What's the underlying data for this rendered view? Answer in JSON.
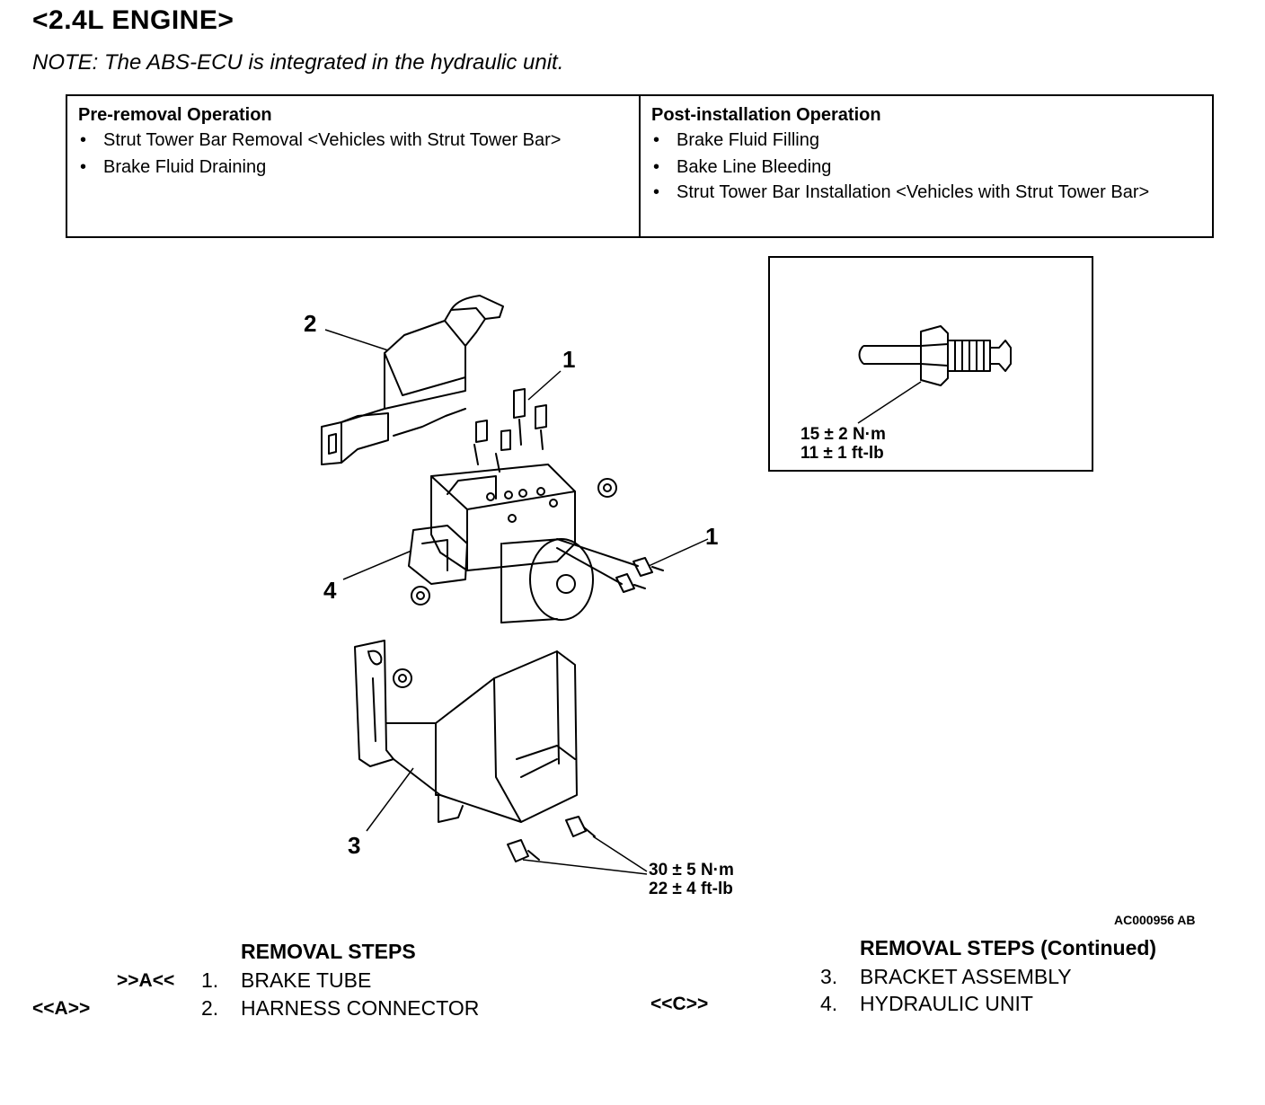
{
  "header": {
    "title": "<2.4L ENGINE>",
    "note": "NOTE: The ABS-ECU is integrated in the hydraulic unit."
  },
  "operations": {
    "pre": {
      "heading": "Pre-removal Operation",
      "items": [
        "Strut Tower Bar Removal <Vehicles with Strut Tower Bar>",
        "Brake Fluid Draining"
      ]
    },
    "post": {
      "heading": "Post-installation Operation",
      "items": [
        "Brake Fluid Filling",
        "Bake Line Bleeding",
        "Strut Tower Bar Installation <Vehicles with Strut Tower Bar>"
      ]
    },
    "bullet": "•"
  },
  "figure": {
    "callouts": [
      "1",
      "1",
      "2",
      "3",
      "4"
    ],
    "torque_inset": [
      "15 ± 2 N·m",
      "11 ± 1 ft-lb"
    ],
    "torque_bracket": [
      "30 ± 5 N·m",
      "22 ± 4 ft-lb"
    ],
    "ref_code": "AC000956 AB"
  },
  "removal": {
    "left": {
      "heading": "REMOVAL STEPS",
      "steps": [
        {
          "mark": ">>A<<",
          "num": "1.",
          "label": "BRAKE TUBE"
        },
        {
          "mark": "<<A>>",
          "num": "2.",
          "label": "HARNESS CONNECTOR"
        }
      ]
    },
    "right": {
      "heading": "REMOVAL STEPS (Continued)",
      "steps": [
        {
          "mark": "",
          "num": "3.",
          "label": "BRACKET ASSEMBLY"
        },
        {
          "mark": "<<C>>",
          "num": "4.",
          "label": "HYDRAULIC UNIT"
        }
      ]
    }
  }
}
